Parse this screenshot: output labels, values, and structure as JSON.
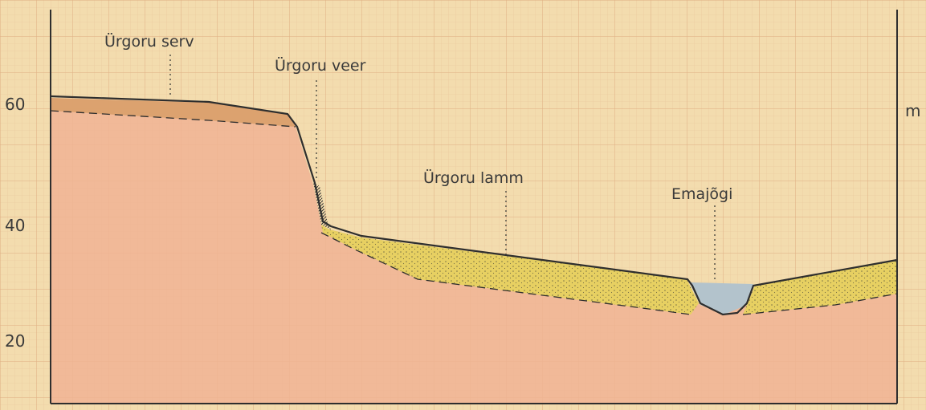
{
  "diagram": {
    "unit": "m",
    "y_ticks": [
      {
        "value": 60,
        "label": "60"
      },
      {
        "value": 40,
        "label": "40"
      },
      {
        "value": 20,
        "label": "20"
      }
    ],
    "labels": {
      "terrace_edge": "Ürgoru serv",
      "valley_slope": "Ürgoru veer",
      "valley_floor": "Ürgoru lamm",
      "river": "Emajõgi"
    },
    "colors": {
      "paper": "#f3dcae",
      "grid": "#e6b98a",
      "bedrock": "#f0b394",
      "topsoil": "#d9a06a",
      "alluvium": "#e6d35c",
      "water": "#b3c3cc",
      "ink": "#2e2e2e"
    }
  }
}
